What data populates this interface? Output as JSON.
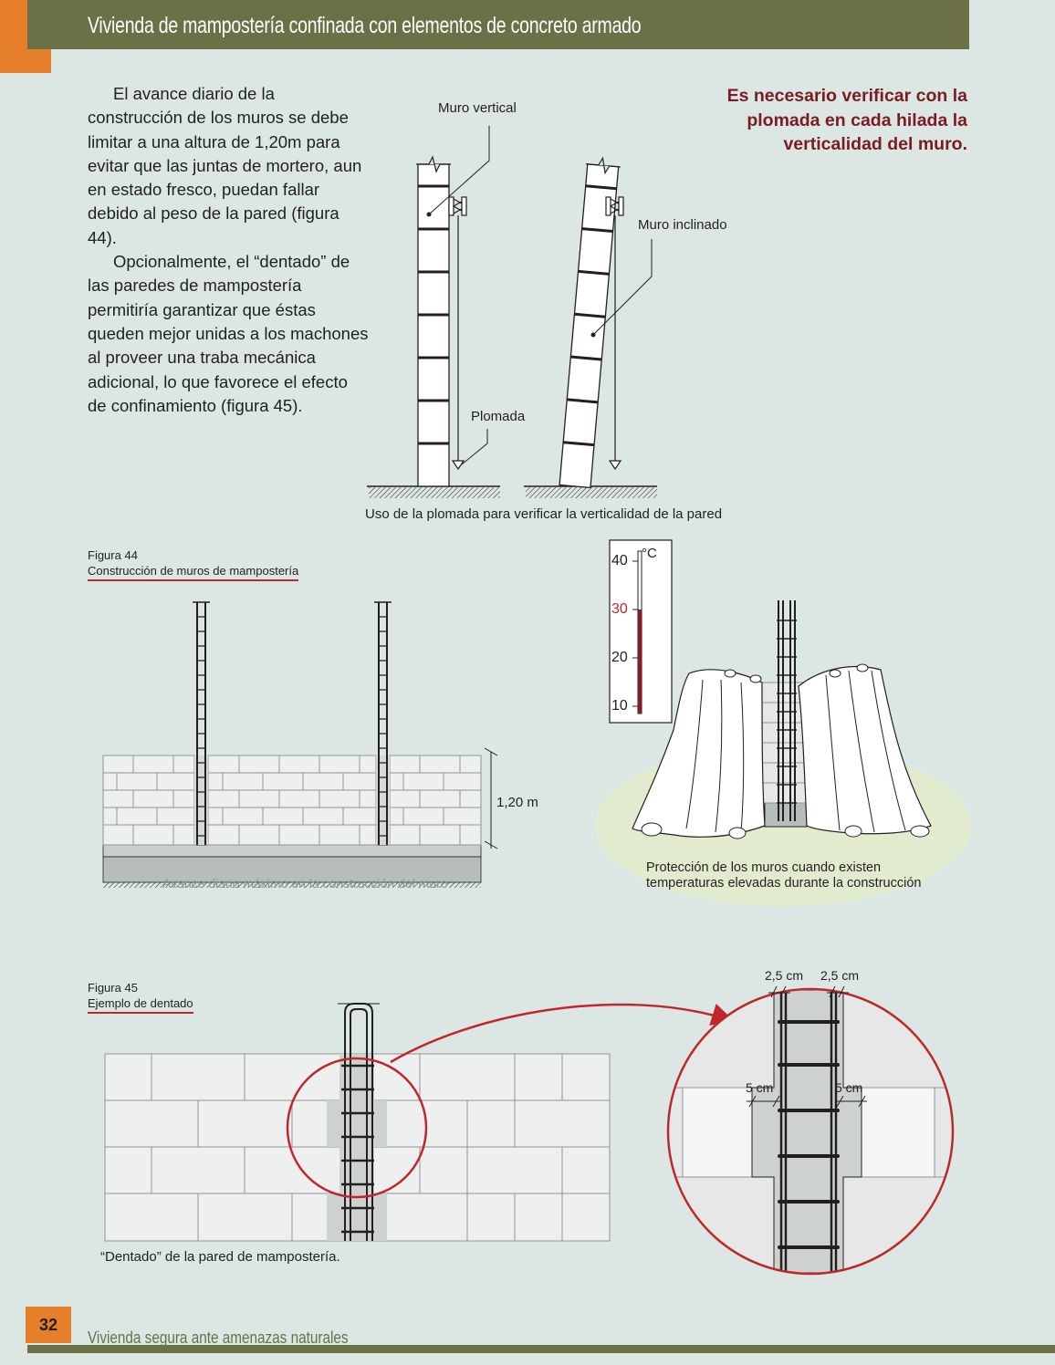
{
  "header": {
    "title": "Vivienda de mampostería confinada con elementos de concreto armado"
  },
  "body": {
    "paragraph1": "El avance diario de la construcción de los muros se debe limitar a una altura de 1,20m para evitar que las juntas de mortero, aun en estado fresco, puedan fallar debido al peso de la pared (figura 44).",
    "paragraph2": "Opcionalmente, el “dentado” de las paredes de mampostería permitiría garantizar que éstas queden mejor unidas a los machones al proveer una traba mecánica adicional, lo que favorece el efecto de confinamiento (figura 45)."
  },
  "callout": "Es necesario verificar con la plomada en cada hilada la verticalidad del muro.",
  "plumb_figure": {
    "label_vertical": "Muro vertical",
    "label_inclined": "Muro inclinado",
    "label_plumb": "Plomada",
    "caption": "Uso de la plomada para verificar la verticalidad de la pared"
  },
  "figure44": {
    "number": "Figura 44",
    "title": "Construcción de muros de mampostería",
    "height_label": "1,20 m"
  },
  "wall_caption": "Avance diario máximo en la construcción del muro",
  "thermometer": {
    "unit": "°C",
    "ticks": [
      "40",
      "30",
      "20",
      "10"
    ],
    "highlight_color": "#c0272d"
  },
  "protection_caption": {
    "line1": "Protección de los muros cuando existen",
    "line2": "temperaturas elevadas durante la construcción"
  },
  "figure45": {
    "number": "Figura 45",
    "title": "Ejemplo de dentado",
    "caption": "“Dentado” de la pared de mampostería."
  },
  "detail": {
    "dim_top_left": "2,5 cm",
    "dim_top_right": "2,5 cm",
    "dim_mid_left": "5 cm",
    "dim_mid_right": "5 cm"
  },
  "footer": {
    "page_number": "32",
    "text": "Vivienda segura ante amenazas naturales"
  }
}
